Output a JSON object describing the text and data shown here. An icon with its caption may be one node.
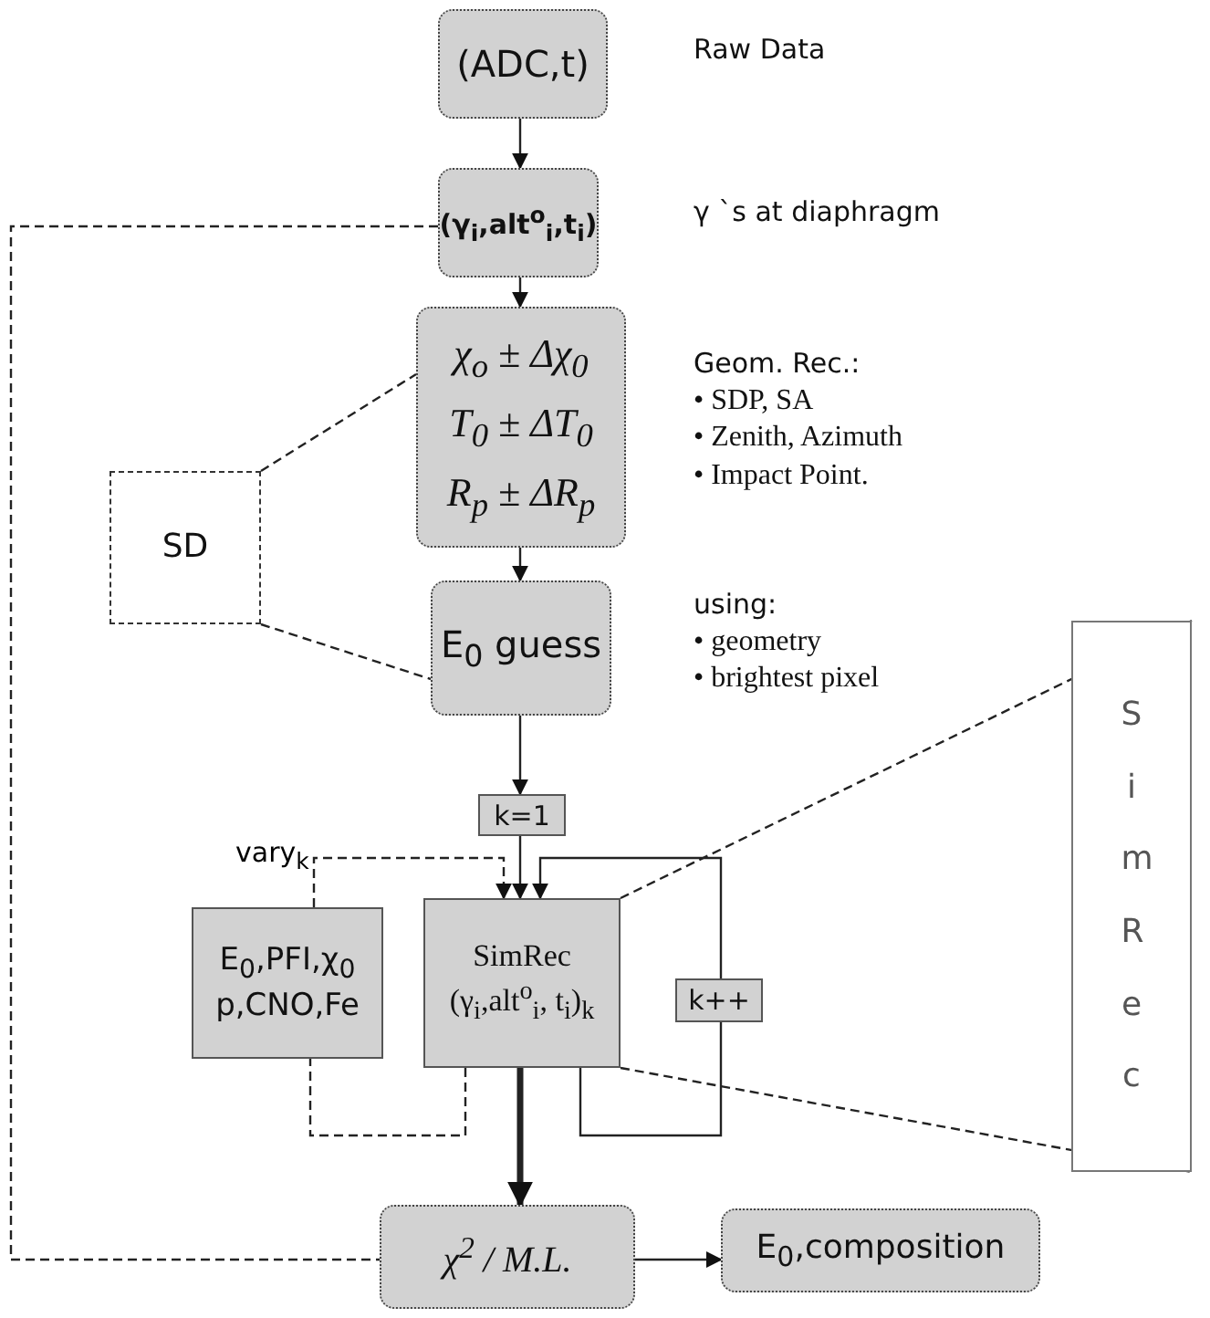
{
  "diagram": {
    "nodes": [
      {
        "text": [
          "(ADC,t)"
        ],
        "beside": [
          "Raw Data"
        ]
      },
      {
        "text": [
          "(γ$_{i}$,alt$^{o}$$_{i}$,t$_{i}$)"
        ],
        "beside": [
          "γ `s at diaphragm"
        ]
      },
      {
        "text": [
          "χ$_{o}$ ± Δχ$_{0}$",
          "T$_{0}$ ± ΔT$_{0}$",
          "R$_{p}$ ± ΔR$_{p}$"
        ],
        "beside": [
          "Geom. Rec.:",
          "• SDP, SA",
          "• Zenith, Azimuth",
          "• Impact Point."
        ]
      },
      {
        "text": [
          "SD"
        ]
      },
      {
        "text": [
          "E$_{0}$ guess"
        ],
        "beside": [
          "using:",
          "• geometry",
          "• brightest pixel"
        ]
      },
      {
        "text": [
          "k=1"
        ]
      },
      {
        "text": [
          "E$_{0}$,PFI,χ$_{0}$",
          "p,CNO,Fe"
        ]
      },
      {
        "text": [
          "SimRec",
          "(γ$_{i}$,alt$^{o}$$_{i}$, t$_{i}$)$_{k}$"
        ]
      },
      {
        "text": [
          "k++"
        ]
      },
      {
        "text": [
          "Sim Rec"
        ]
      },
      {
        "text": [
          "χ$^{2}$ / M.L."
        ]
      },
      {
        "text": [
          "E$_{0}$,composition"
        ]
      }
    ],
    "edges": [
      {
        "from": 0,
        "to": 1,
        "arrow": "to"
      },
      {
        "from": 1,
        "to": 2,
        "arrow": "to"
      },
      {
        "from": 2,
        "to": 4,
        "arrow": "to"
      },
      {
        "from": 4,
        "to": 5,
        "arrow": "to"
      },
      {
        "from": 5,
        "to": 7,
        "arrow": "to"
      },
      {
        "from": 7,
        "to": 10,
        "arrow": "to",
        "style": "thick"
      },
      {
        "from": 10,
        "to": 11,
        "arrow": "to"
      },
      {
        "from": 1,
        "to": 10,
        "arrow": "none",
        "style": "dashed"
      },
      {
        "from": 3,
        "to": 2,
        "arrow": "none",
        "style": "dashed"
      },
      {
        "from": 3,
        "to": 4,
        "arrow": "none",
        "style": "dashed"
      },
      {
        "from": 7,
        "to": 9,
        "arrow": "none",
        "style": "dashed"
      },
      {
        "from": 7,
        "to": 9,
        "arrow": "none",
        "style": "dashed"
      },
      {
        "from": 7,
        "to": 8,
        "arrow": "none"
      },
      {
        "from": 8,
        "to": 7,
        "arrow": "to"
      },
      {
        "from": 6,
        "to": 7,
        "arrow": "to",
        "style": "dashed",
        "label": "vary$_{k}$"
      },
      {
        "from": 7,
        "to": 6,
        "arrow": "none",
        "style": "dashed"
      }
    ]
  }
}
